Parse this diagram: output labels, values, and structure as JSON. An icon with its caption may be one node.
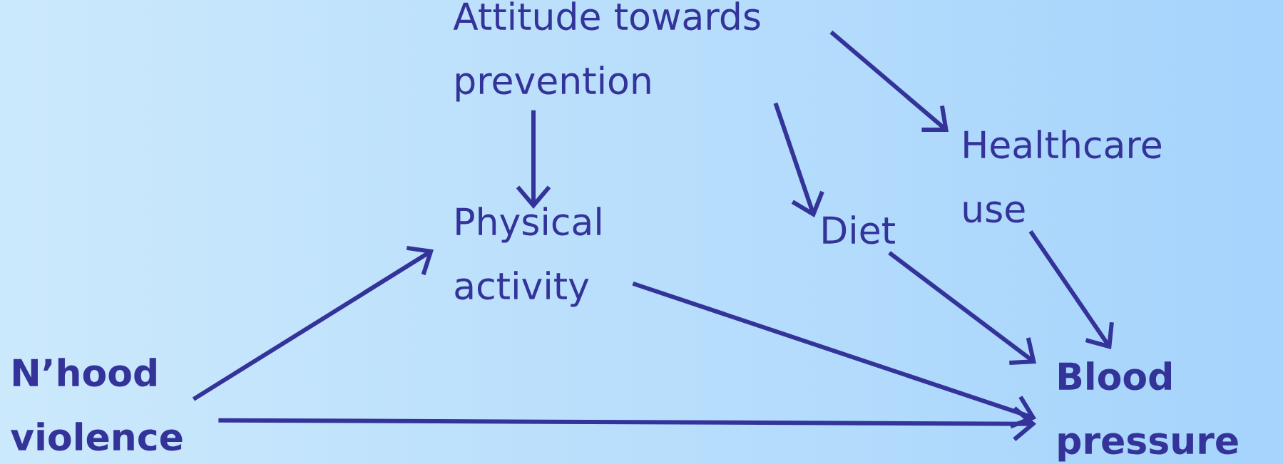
{
  "diagram": {
    "nodes": [
      {
        "text": [
          "Attitude towards prevention"
        ]
      },
      {
        "text": [
          "Healthcare use"
        ]
      },
      {
        "text": [
          "Physical activity"
        ]
      },
      {
        "text": [
          "Diet"
        ]
      },
      {
        "text": [
          "N’hood violence"
        ]
      },
      {
        "text": [
          "Blood pressure"
        ]
      }
    ],
    "edges": [
      {
        "from": 0,
        "to": 1,
        "arrow": "to"
      },
      {
        "from": 0,
        "to": 3,
        "arrow": "to"
      },
      {
        "from": 0,
        "to": 2,
        "arrow": "to"
      },
      {
        "from": 4,
        "to": 2,
        "arrow": "to"
      },
      {
        "from": 4,
        "to": 5,
        "arrow": "to"
      },
      {
        "from": 2,
        "to": 5,
        "arrow": "to"
      },
      {
        "from": 3,
        "to": 5,
        "arrow": "to"
      },
      {
        "from": 1,
        "to": 5,
        "arrow": "to"
      }
    ]
  }
}
